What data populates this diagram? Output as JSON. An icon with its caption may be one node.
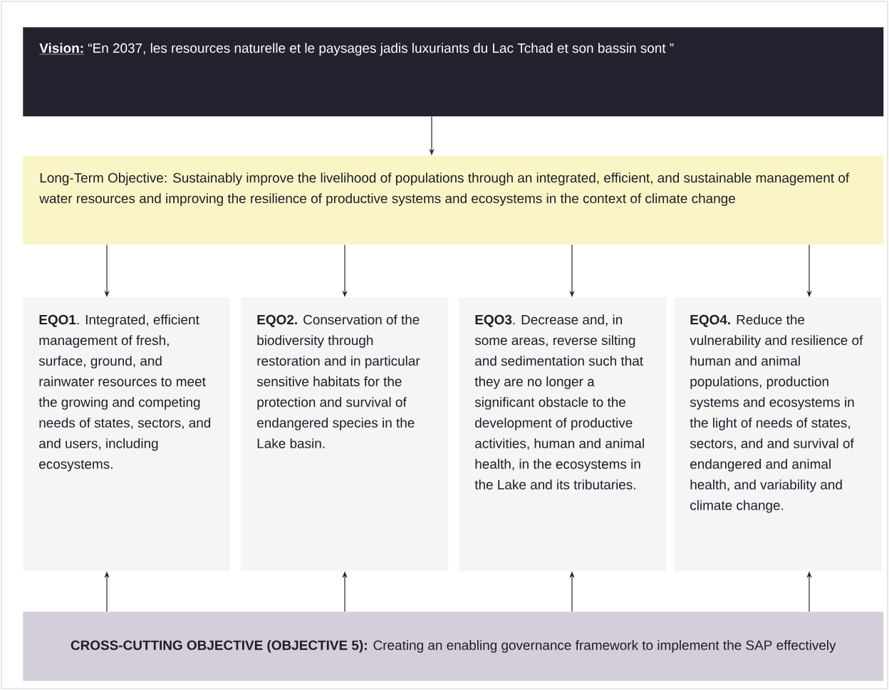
{
  "diagram": {
    "nodes": [
      {
        "text": [
          "Vision:",
          "“En 2037, les resources naturelle et le paysages jadis luxuriants du Lac Tchad et son bassin sont ”"
        ]
      },
      {
        "text": [
          "Long-Term Objective: Sustainably improve the livelihood of populations through an integrated, efficient, and sustainable management of water resources and improving the resilience of productive systems and ecosystems in the context of climate change"
        ]
      },
      {
        "text": [
          "**EQO1**. Integrated, efficient management of fresh, surface, ground, and rainwater resources to meet the growing and competing needs of states, sectors, and and users, including ecosystems."
        ]
      },
      {
        "text": [
          "**EQO2.** Conservation of the biodiversity through restoration and in particular sensitive habitats for the protection and survival of endangered species in the Lake basin."
        ]
      },
      {
        "text": [
          "**EQO3**. Decrease and, in some areas, reverse silting and sedimentation such that they are no longer a significant obstacle to the development of productive activities, human and animal health, in the ecosystems in the Lake and its tributaries."
        ]
      },
      {
        "text": [
          "**EQO4.** Reduce  the vulnerability and resilience of human and animal populations, production systems and ecosystems in the light of needs of states, sectors, and and survival of endangered and animal health, and variability and climate change."
        ]
      },
      {
        "text": [
          "**CROSS-CUTTING OBJECTIVE (OBJECTIVE 5):** Creating an enabling governance framework to implement the SAP effectively"
        ]
      }
    ],
    "edges": [
      {
        "from": 0,
        "to": 1,
        "arrow": "to"
      },
      {
        "from": 1,
        "to": 2,
        "arrow": "to"
      },
      {
        "from": 1,
        "to": 3,
        "arrow": "to"
      },
      {
        "from": 1,
        "to": 4,
        "arrow": "to"
      },
      {
        "from": 1,
        "to": 5,
        "arrow": "to"
      },
      {
        "from": 6,
        "to": 2,
        "arrow": "to"
      },
      {
        "from": 6,
        "to": 3,
        "arrow": "to"
      },
      {
        "from": 6,
        "to": 4,
        "arrow": "to"
      },
      {
        "from": 6,
        "to": 5,
        "arrow": "to"
      }
    ]
  }
}
